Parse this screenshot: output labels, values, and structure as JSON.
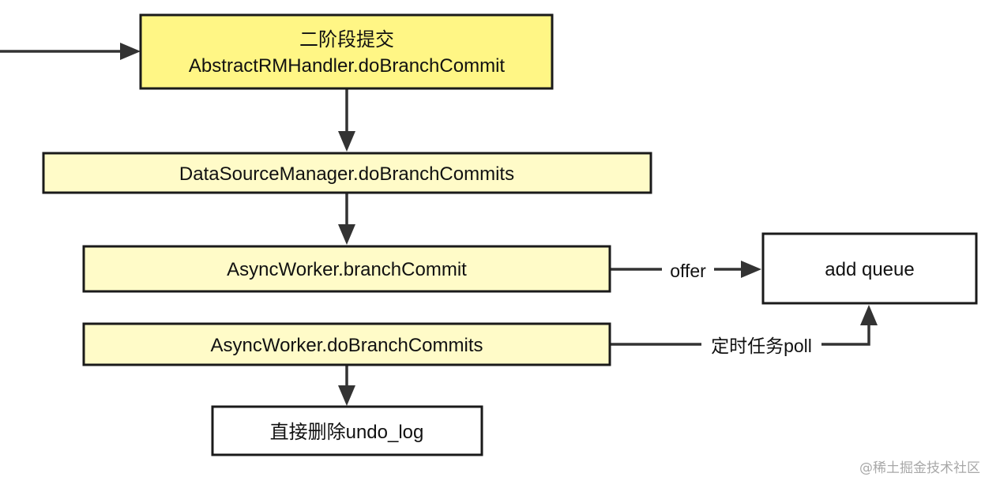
{
  "colors": {
    "highlight_fill": "#fff685",
    "light_fill": "#fffbc8",
    "plain_fill": "#ffffff",
    "stroke": "#1a1a1a",
    "arrow": "#333333"
  },
  "nodes": {
    "phase2": {
      "line1": "二阶段提交",
      "line2": "AbstractRMHandler.doBranchCommit"
    },
    "datasource": {
      "label": "DataSourceManager.doBranchCommits"
    },
    "branch_commit": {
      "label": "AsyncWorker.branchCommit"
    },
    "add_queue": {
      "label": "add queue"
    },
    "do_branch_commits": {
      "label": "AsyncWorker.doBranchCommits"
    },
    "delete_undo": {
      "label": "直接删除undo_log"
    }
  },
  "edges": {
    "offer": {
      "label": "offer"
    },
    "poll": {
      "label": "定时任务poll"
    }
  },
  "watermark": "@稀土掘金技术社区"
}
